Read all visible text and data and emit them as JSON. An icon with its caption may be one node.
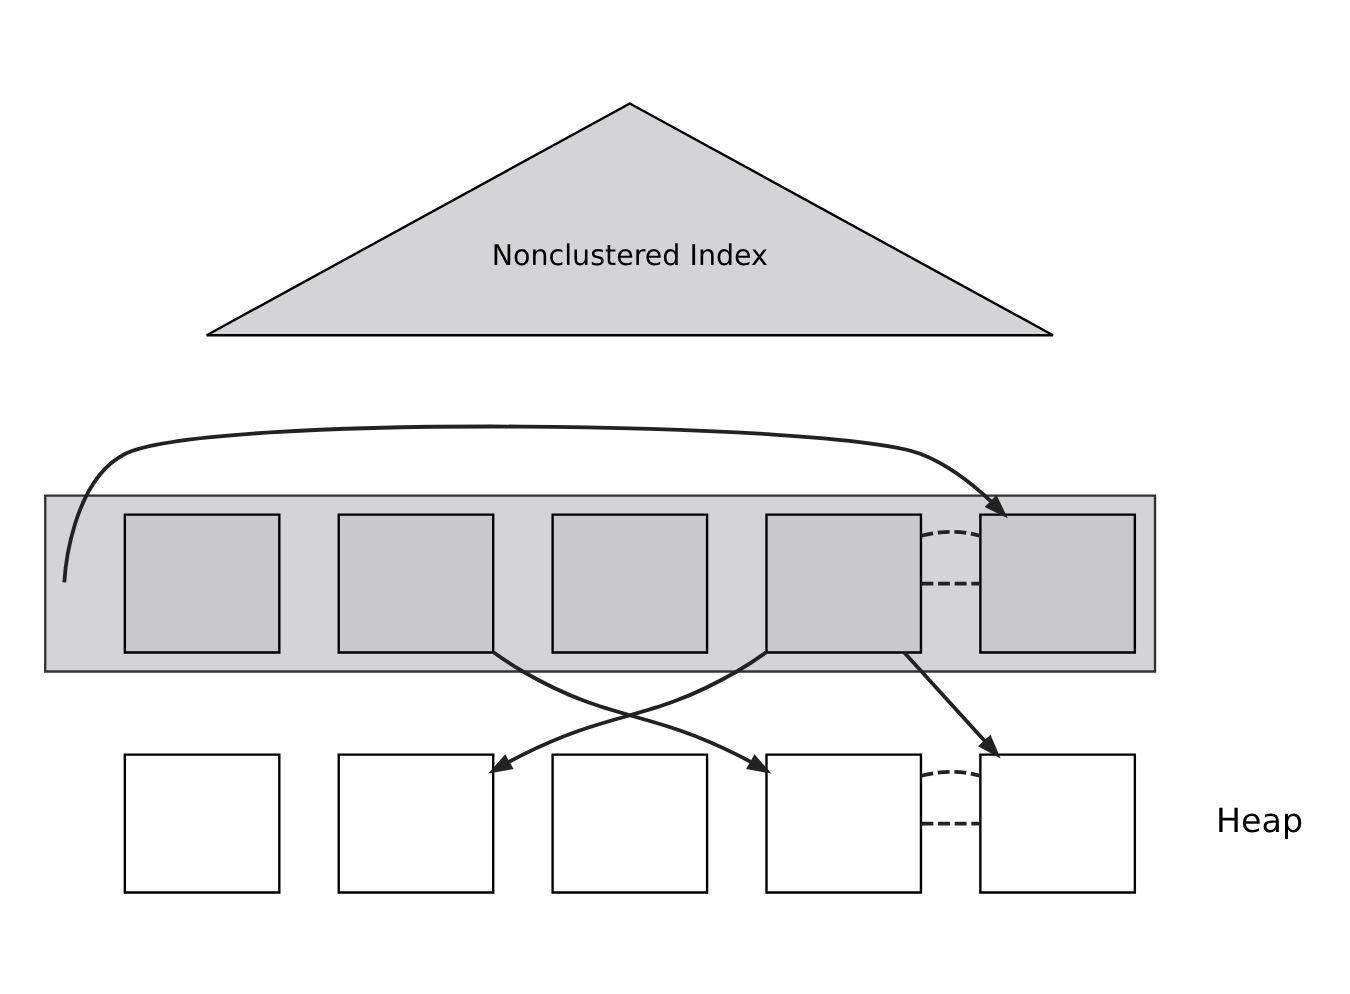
{
  "diagram": {
    "nodes": [
      {
        "text": [
          "Nonclustered Index"
        ]
      },
      {
        "text": [],
        "shape": "box"
      },
      {
        "text": [],
        "shape": "box",
        "in": 1
      },
      {
        "text": [],
        "shape": "box",
        "in": 1
      },
      {
        "text": [],
        "shape": "box",
        "in": 1
      },
      {
        "text": [],
        "shape": "box",
        "in": 1
      },
      {
        "text": [],
        "shape": "box",
        "in": 1
      },
      {
        "text": [],
        "shape": "box"
      },
      {
        "text": [],
        "shape": "box"
      },
      {
        "text": [],
        "shape": "box"
      },
      {
        "text": [],
        "shape": "box"
      },
      {
        "text": [],
        "shape": "box"
      }
    ],
    "edges": [
      {
        "from": null,
        "to": 6,
        "arrow": "to"
      },
      {
        "from": 5,
        "to": 6,
        "arrow": "none",
        "style": "dashed"
      },
      {
        "from": 5,
        "to": 6,
        "arrow": "none",
        "style": "dashed"
      },
      {
        "from": 3,
        "to": 10,
        "arrow": "to"
      },
      {
        "from": 5,
        "to": 8,
        "arrow": "to"
      },
      {
        "from": 5,
        "to": 11,
        "arrow": "to"
      },
      {
        "from": 10,
        "to": 11,
        "arrow": "none",
        "style": "dashed"
      },
      {
        "from": 10,
        "to": 11,
        "arrow": "none",
        "style": "dashed"
      }
    ],
    "labels": [
      "Heap"
    ]
  }
}
